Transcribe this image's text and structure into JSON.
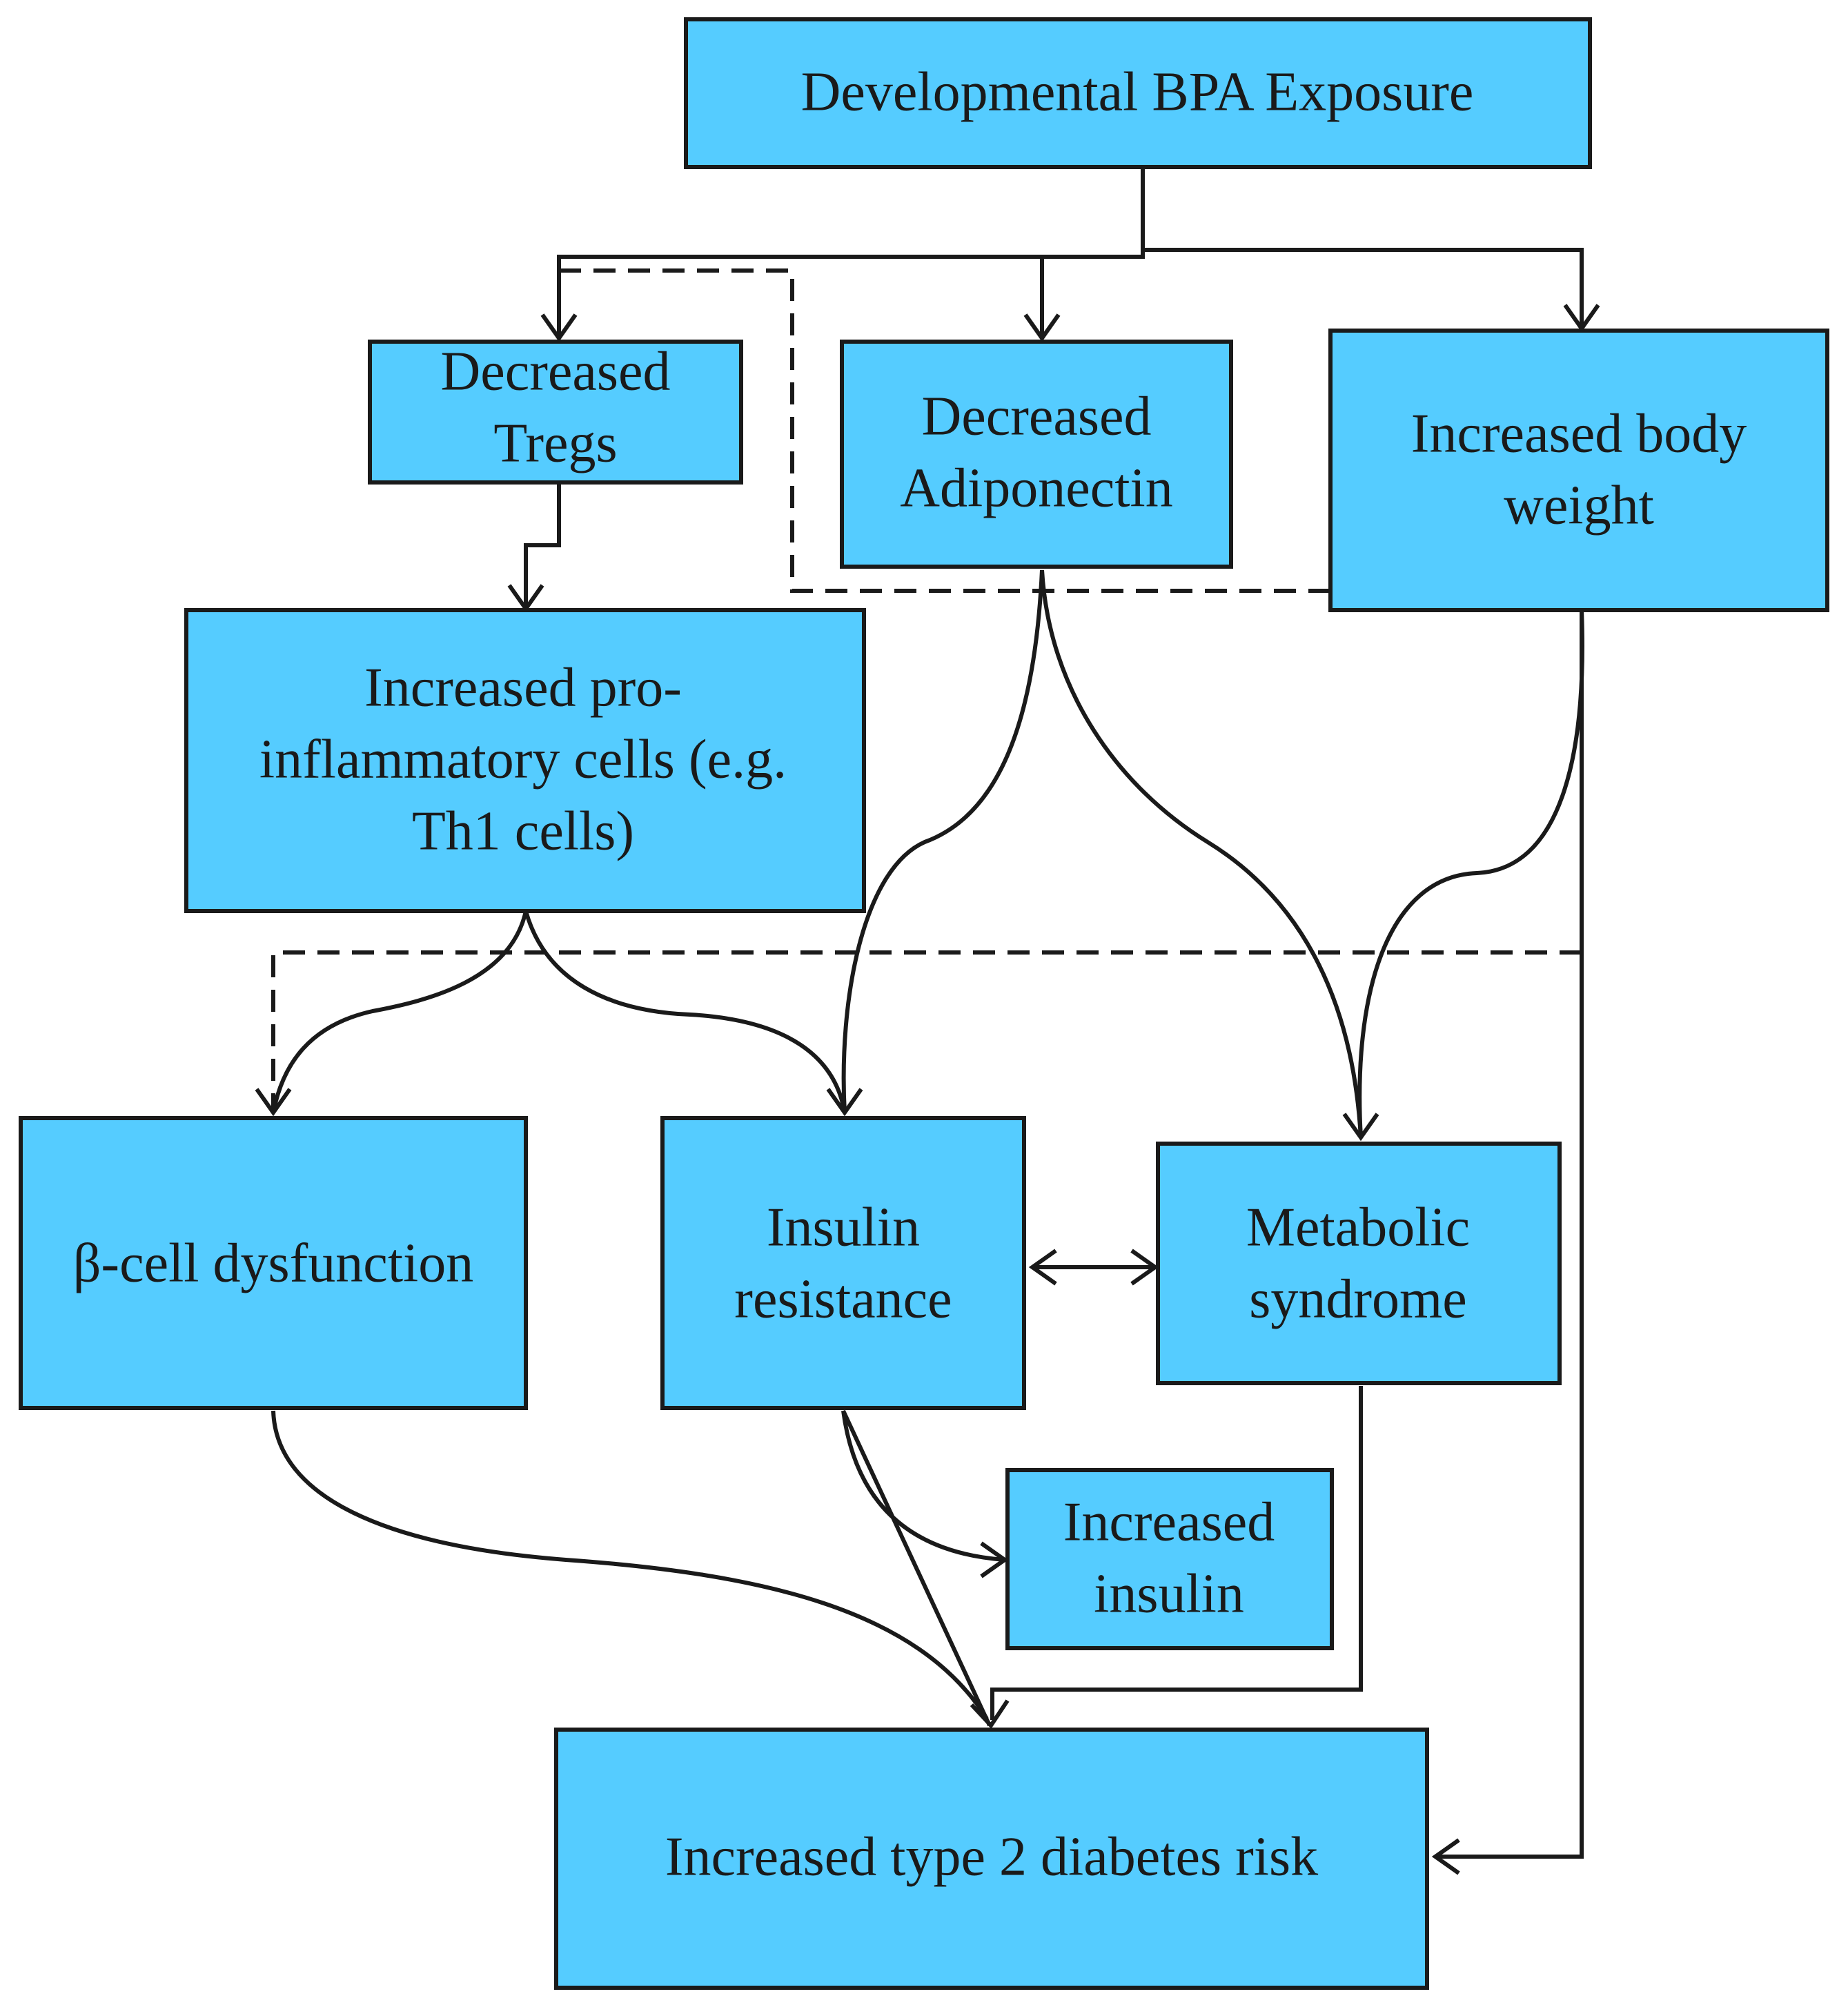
{
  "colors": {
    "box_fill": "#55ccff",
    "stroke": "#1a1a1a"
  },
  "nodes": {
    "bpa_exposure": {
      "lines": [
        "Developmental BPA Exposure"
      ]
    },
    "decreased_tregs": {
      "lines": [
        "Decreased",
        "Tregs"
      ]
    },
    "decreased_adiponectin": {
      "lines": [
        "Decreased",
        "Adiponectin"
      ]
    },
    "increased_body_weight": {
      "lines": [
        "Increased body",
        "weight"
      ]
    },
    "proinflammatory_cells": {
      "lines": [
        "Increased pro-",
        "inflammatory cells (e.g.",
        "Th1 cells)"
      ]
    },
    "beta_cell_dysfunction": {
      "lines": [
        "β-cell dysfunction"
      ]
    },
    "insulin_resistance": {
      "lines": [
        "Insulin",
        "resistance"
      ]
    },
    "metabolic_syndrome": {
      "lines": [
        "Metabolic",
        "syndrome"
      ]
    },
    "increased_insulin": {
      "lines": [
        "Increased",
        "insulin"
      ]
    },
    "diabetes_risk": {
      "lines": [
        "Increased type 2 diabetes risk"
      ]
    }
  }
}
